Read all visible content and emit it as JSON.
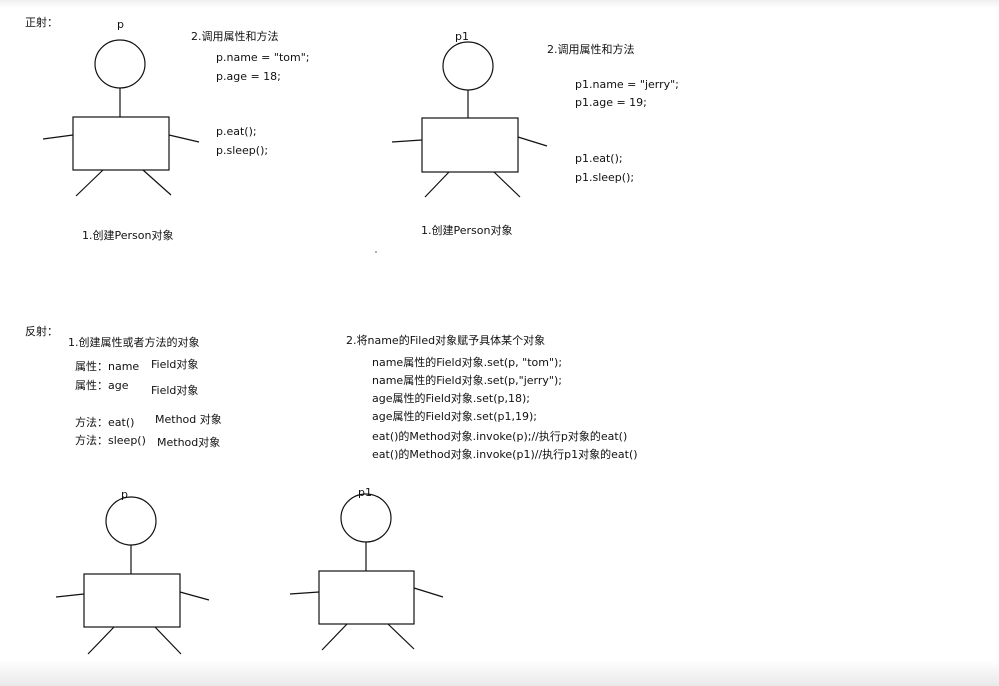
{
  "top": {
    "section_label": "正射：",
    "left": {
      "figure_label": "p",
      "step1": "1.创建Person对象",
      "step2": "2.调用属性和方法",
      "code": [
        "p.name = \"tom\";",
        "p.age = 18;",
        "p.eat();",
        "p.sleep();"
      ]
    },
    "right": {
      "figure_label": "p1",
      "step1": "1.创建Person对象",
      "step2": "2.调用属性和方法",
      "code": [
        "p1.name = \"jerry\";",
        "p1.age = 19;",
        "p1.eat();",
        "p1.sleep();"
      ]
    }
  },
  "bottom": {
    "section_label": "反射：",
    "step1": "1.创建属性或者方法的对象",
    "members": [
      {
        "kind": "属性：name",
        "obj": "Field对象"
      },
      {
        "kind": "属性：age",
        "obj": "Field对象"
      },
      {
        "kind": "方法：eat()",
        "obj": "Method 对象"
      },
      {
        "kind": "方法：sleep()",
        "obj": "Method对象"
      }
    ],
    "step2": "2.将name的Filed对象赋予具体某个对象",
    "code": [
      "name属性的Field对象.set(p, \"tom\");",
      "name属性的Field对象.set(p,\"jerry\");",
      "age属性的Field对象.set(p,18);",
      "age属性的Field对象.set(p1,19);",
      "eat()的Method对象.invoke(p);//执行p对象的eat()",
      "eat()的Method对象.invoke(p1)//执行p1对象的eat()"
    ],
    "figure_labels": [
      "p",
      "p1"
    ]
  }
}
